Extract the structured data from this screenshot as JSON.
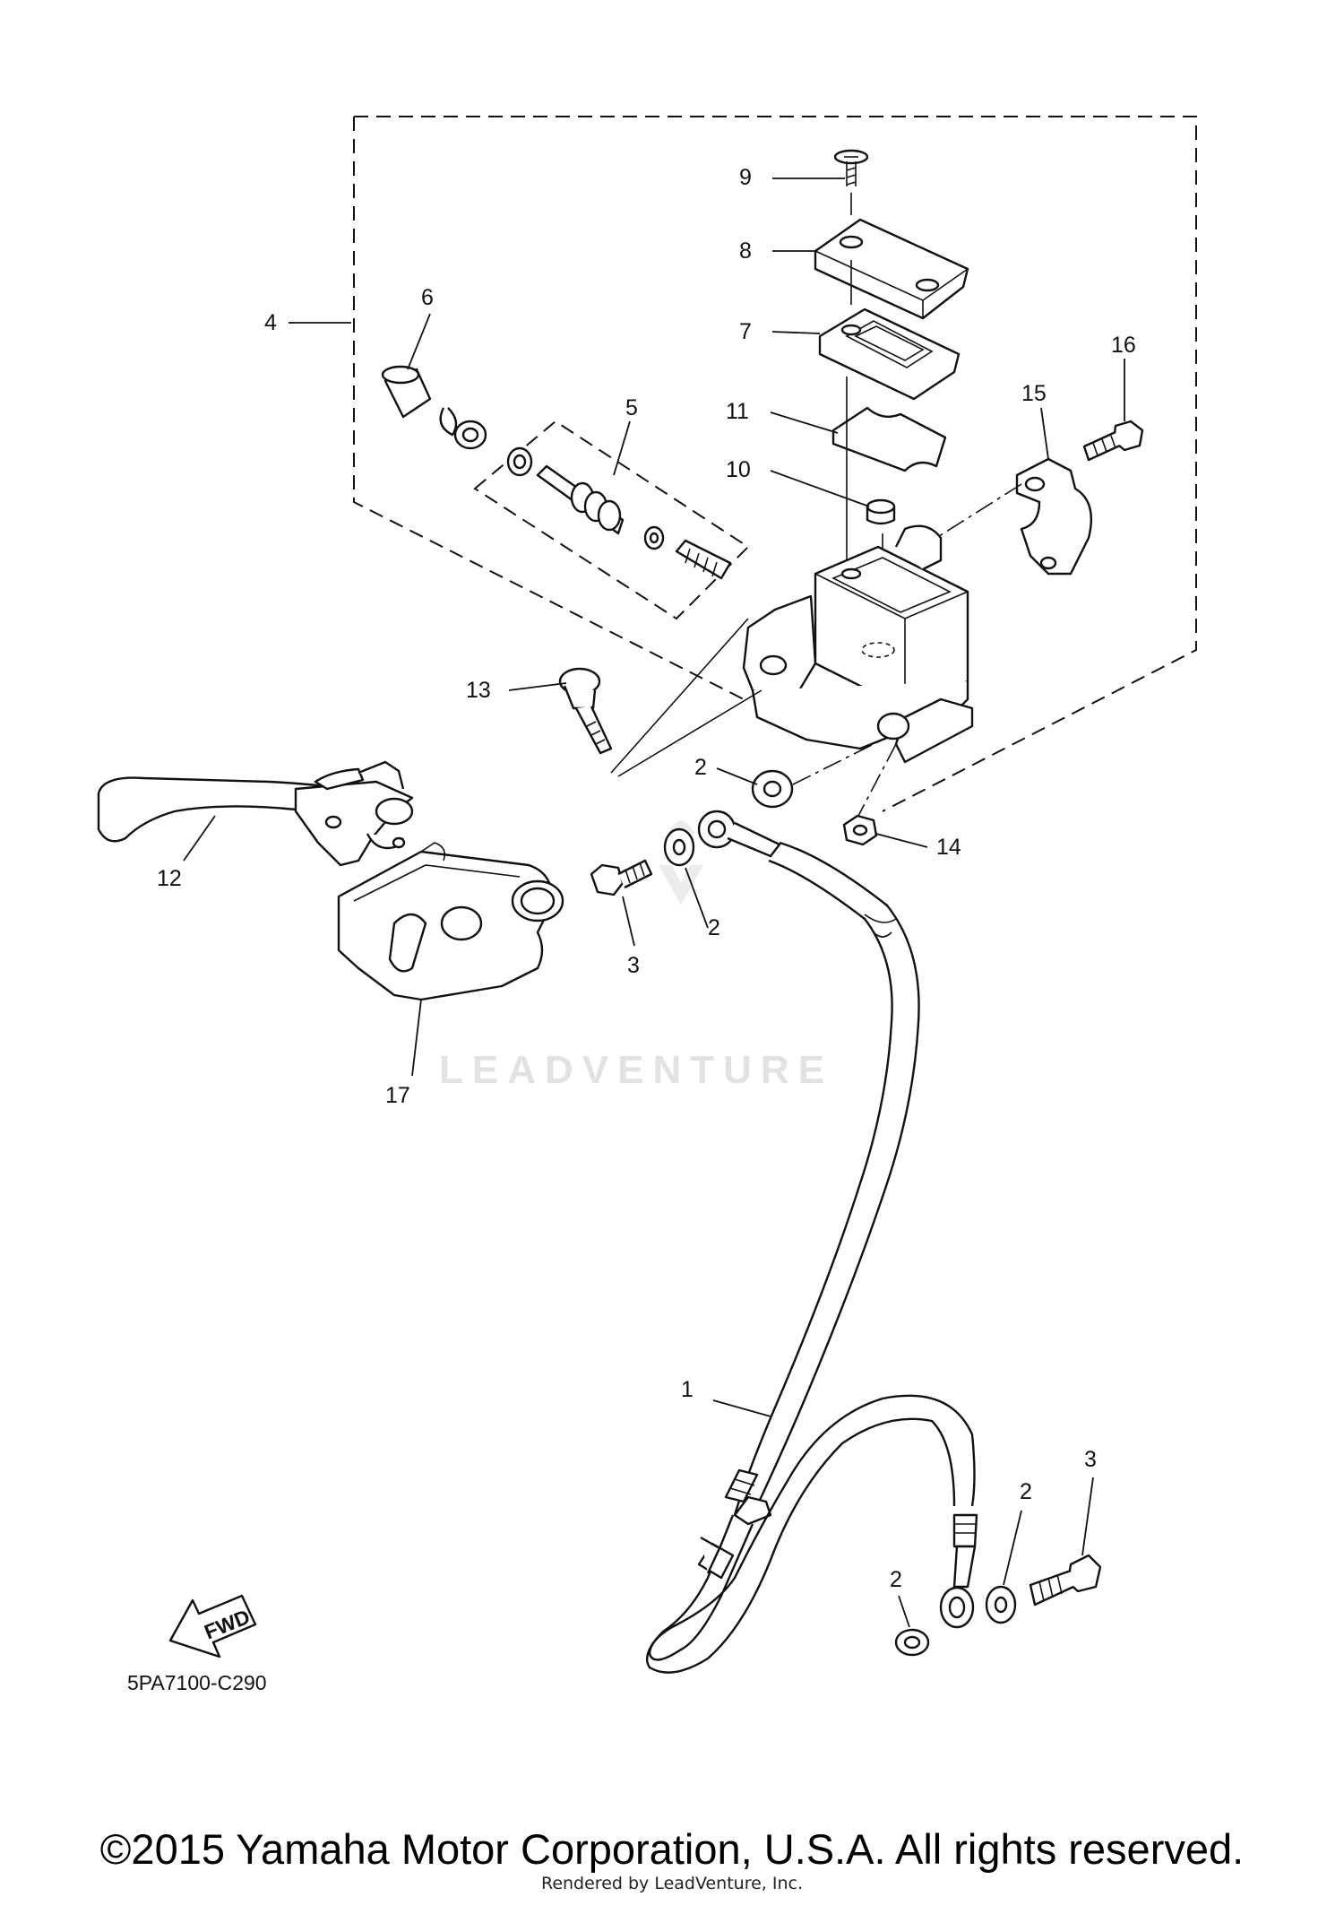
{
  "callouts": {
    "c1": "1",
    "c2a": "2",
    "c2b": "2",
    "c2c": "2",
    "c2d": "2",
    "c3a": "3",
    "c3b": "3",
    "c4": "4",
    "c5": "5",
    "c6": "6",
    "c7": "7",
    "c8": "8",
    "c9": "9",
    "c10": "10",
    "c11": "11",
    "c12": "12",
    "c13": "13",
    "c14": "14",
    "c15": "15",
    "c16": "16",
    "c17": "17"
  },
  "fwd_label": "FWD",
  "diagram_code": "5PA7100-C290",
  "watermark_text": "LEADVENTURE",
  "copyright": "©2015 Yamaha Motor Corporation, U.S.A. All rights reserved.",
  "rendered_by": "Rendered by LeadVenture, Inc."
}
